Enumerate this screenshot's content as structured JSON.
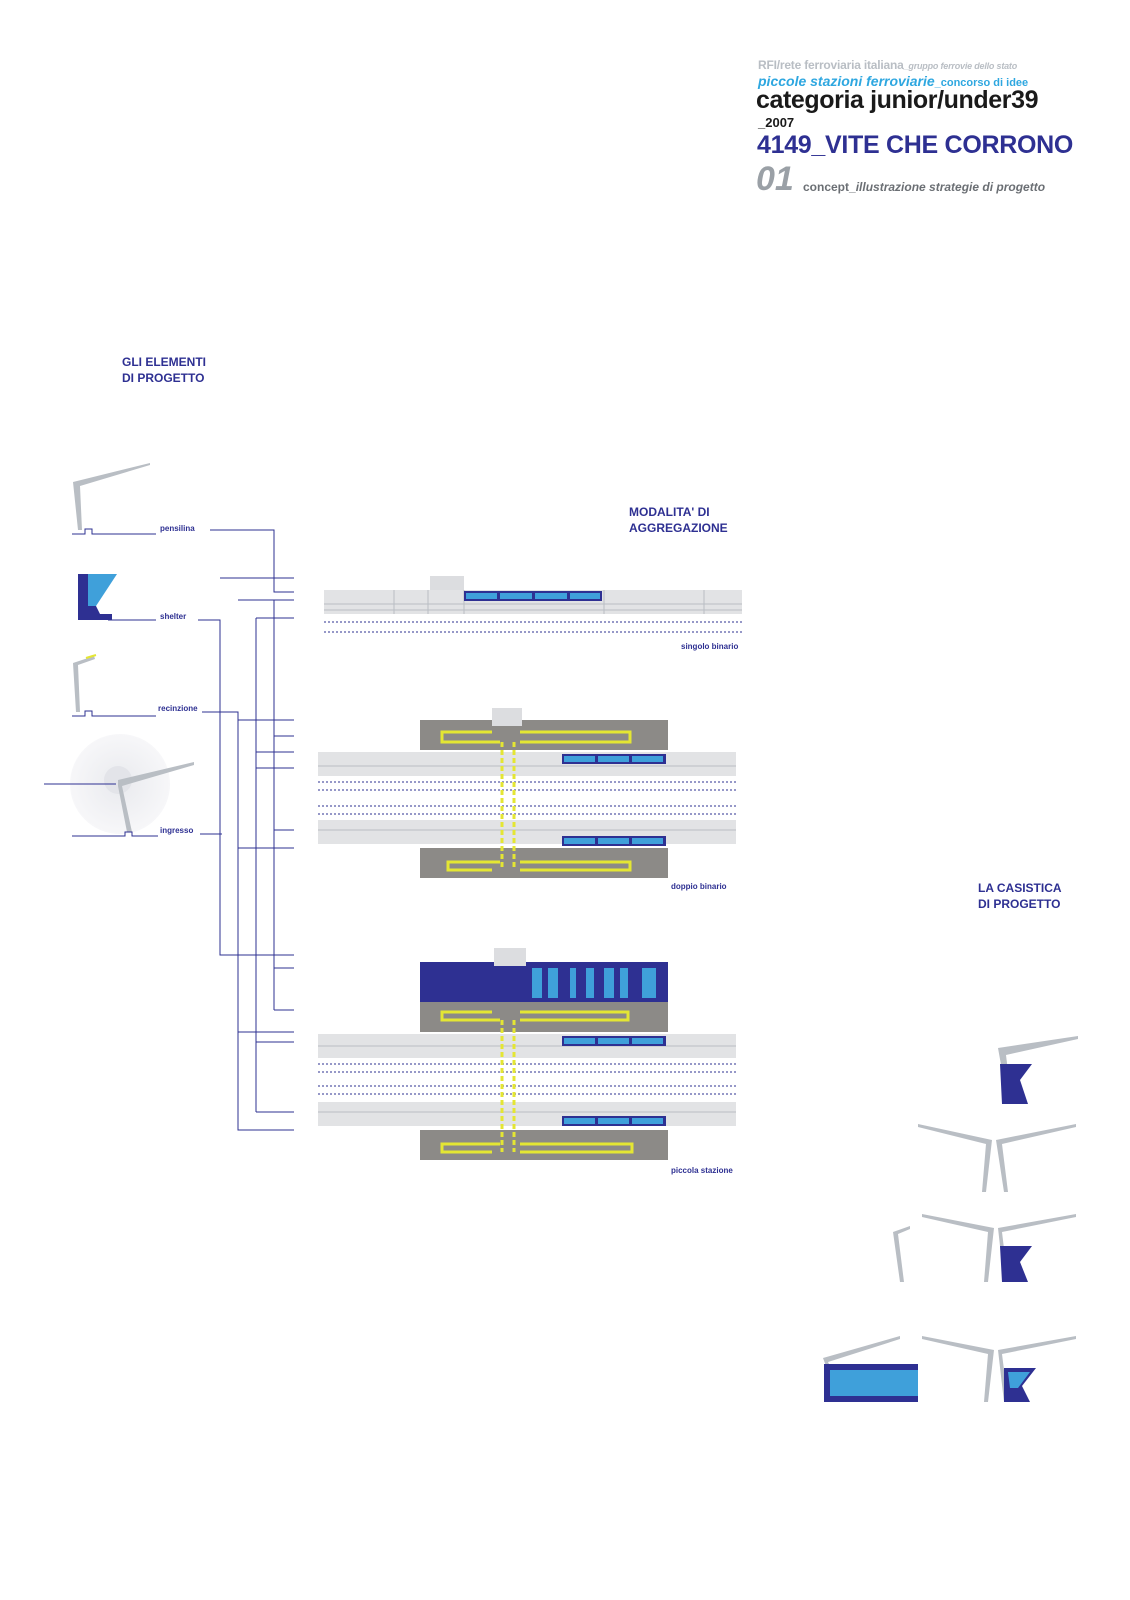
{
  "header": {
    "line1_main": "RFI/rete ferroviaria italiana",
    "line1_sub": "_gruppo ferrovie dello stato",
    "line2_main": "piccole stazioni ferroviarie",
    "line2_sub": "_concorso di idee",
    "line3": "categoria junior/under39",
    "line4": "_2007",
    "line5": "4149_VITE CHE CORRONO",
    "line6_num": "01",
    "line6_a": "concept_",
    "line6_b": "illustrazione strategie di progetto"
  },
  "sections": {
    "elements_title_1": "GLI ELEMENTI",
    "elements_title_2": "DI PROGETTO",
    "aggregation_title_1": "MODALITA' DI",
    "aggregation_title_2": "AGGREGAZIONE",
    "cases_title_1": "LA CASISTICA",
    "cases_title_2": "DI PROGETTO"
  },
  "elements": [
    "pensilina",
    "shelter",
    "recinzione",
    "ingresso"
  ],
  "plans": [
    "singolo binario",
    "doppio binario",
    "piccola stazione"
  ],
  "colors": {
    "navy": "#2e3092",
    "sky": "#3fa0da",
    "grey": "#b9bec4",
    "platform": "#e2e3e5",
    "dark_grey": "#8c8a87",
    "yellow": "#e4e633"
  }
}
